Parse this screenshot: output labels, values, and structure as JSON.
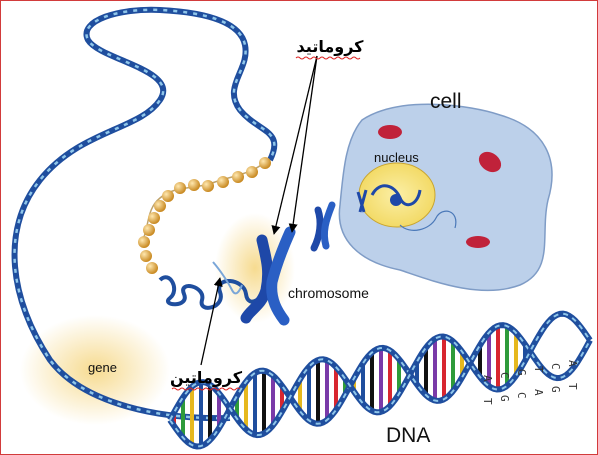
{
  "labels": {
    "cell": "cell",
    "nucleus": "nucleus",
    "chromosome": "chromosome",
    "gene": "gene",
    "dna": "DNA",
    "chromatid_ar": "كروماتيد",
    "chromatin_ar": "كروماتين"
  },
  "dna_bases_top": [
    "A",
    "C",
    "G",
    "T",
    "C",
    "A"
  ],
  "dna_bases_bottom": [
    "T",
    "G",
    "C",
    "A",
    "G",
    "T"
  ],
  "colors": {
    "helix_blue": "#1f4e9e",
    "cell_fill": "#bcd0ea",
    "nucleus_fill": "#f5e27a",
    "chromosome_blue": "#1e48a8",
    "mito_red": "#c0223a",
    "chromatin_orange": "#e8a33a",
    "glow": "#f6d98a"
  }
}
